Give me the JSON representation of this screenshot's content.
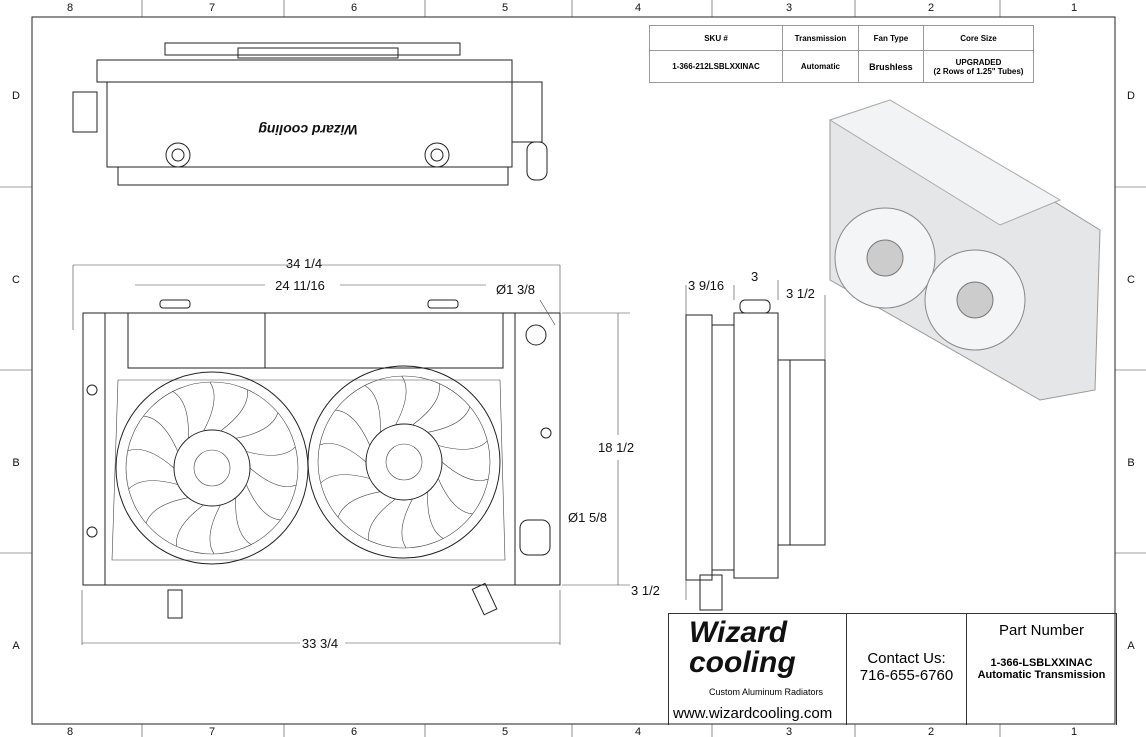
{
  "zones": {
    "columns": [
      "8",
      "7",
      "6",
      "5",
      "4",
      "3",
      "2",
      "1"
    ],
    "rows": [
      "D",
      "C",
      "B",
      "A"
    ]
  },
  "spec_table": {
    "headers": [
      "SKU #",
      "Transmission",
      "Fan Type",
      "Core Size"
    ],
    "row": {
      "sku": "1-366-212LSBLXXINAC",
      "transmission": "Automatic",
      "fan_type": "Brushless",
      "core_size_line1": "UPGRADED",
      "core_size_line2": "(2 Rows of 1.25\" Tubes)"
    }
  },
  "top_view": {
    "logo_text": "Wizard cooling"
  },
  "dimensions": {
    "overall_width": "34 1/4",
    "tank_width": "24 11/16",
    "inlet_dia": "Ø1 3/8",
    "height": "18 1/2",
    "outlet_dia": "Ø1 5/8",
    "core_width": "33 3/4",
    "side_depth": "3 9/16",
    "side_core": "3",
    "side_fan": "3 1/2",
    "side_bottom": "3 1/2"
  },
  "title_block": {
    "logo_wordmark": "Wizard cooling",
    "logo_tagline": "Custom Aluminum Radiators",
    "website": "www.wizardcooling.com",
    "contact_label": "Contact Us:",
    "phone": "716-655-6760",
    "part_number_label": "Part Number",
    "part_number": "1-366-LSBLXXINAC",
    "part_description": "Automatic Transmission"
  },
  "colors": {
    "logo_blue": "#1f8fd6",
    "line": "#222222"
  }
}
